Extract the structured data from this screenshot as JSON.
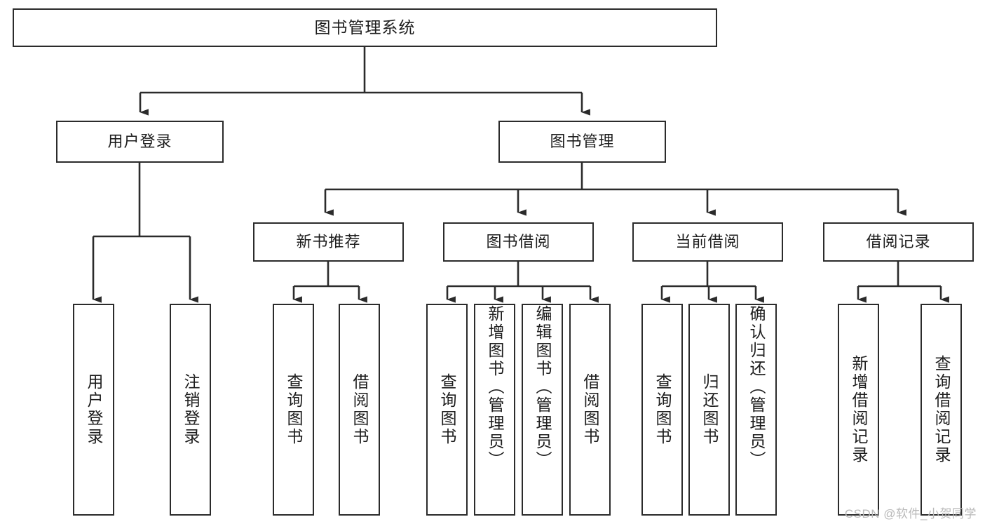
{
  "diagram": {
    "title": "图书管理系统",
    "type": "tree-hierarchy-diagram",
    "colors": {
      "background": "#ffffff",
      "node_fill": "#ffffff",
      "node_stroke": "#2b2b2b",
      "edge_stroke": "#2b2b2b",
      "text": "#1d1d1d",
      "watermark": "#b9b9b9"
    }
  },
  "root": {
    "label": "图书管理系统"
  },
  "level2": [
    {
      "label": "用户登录"
    },
    {
      "label": "图书管理"
    }
  ],
  "level3": [
    {
      "label": "新书推荐"
    },
    {
      "label": "图书借阅"
    },
    {
      "label": "当前借阅"
    },
    {
      "label": "借阅记录"
    }
  ],
  "leaves": {
    "user_login": [
      {
        "label": "用户登录"
      },
      {
        "label": "注销登录"
      }
    ],
    "new_book_recommend": [
      {
        "label": "查询图书"
      },
      {
        "label": "借阅图书"
      }
    ],
    "book_borrow": [
      {
        "label": "查询图书"
      },
      {
        "label": "新增图书（管理员）"
      },
      {
        "label": "编辑图书（管理员）"
      },
      {
        "label": "借阅图书"
      }
    ],
    "current_borrow": [
      {
        "label": "查询图书"
      },
      {
        "label": "归还图书"
      },
      {
        "label": "确认归还（管理员）"
      }
    ],
    "borrow_record": [
      {
        "label": "新增借阅记录"
      },
      {
        "label": "查询借阅记录"
      }
    ]
  },
  "watermark": {
    "text": "CSDN @软件_小贺同学"
  }
}
